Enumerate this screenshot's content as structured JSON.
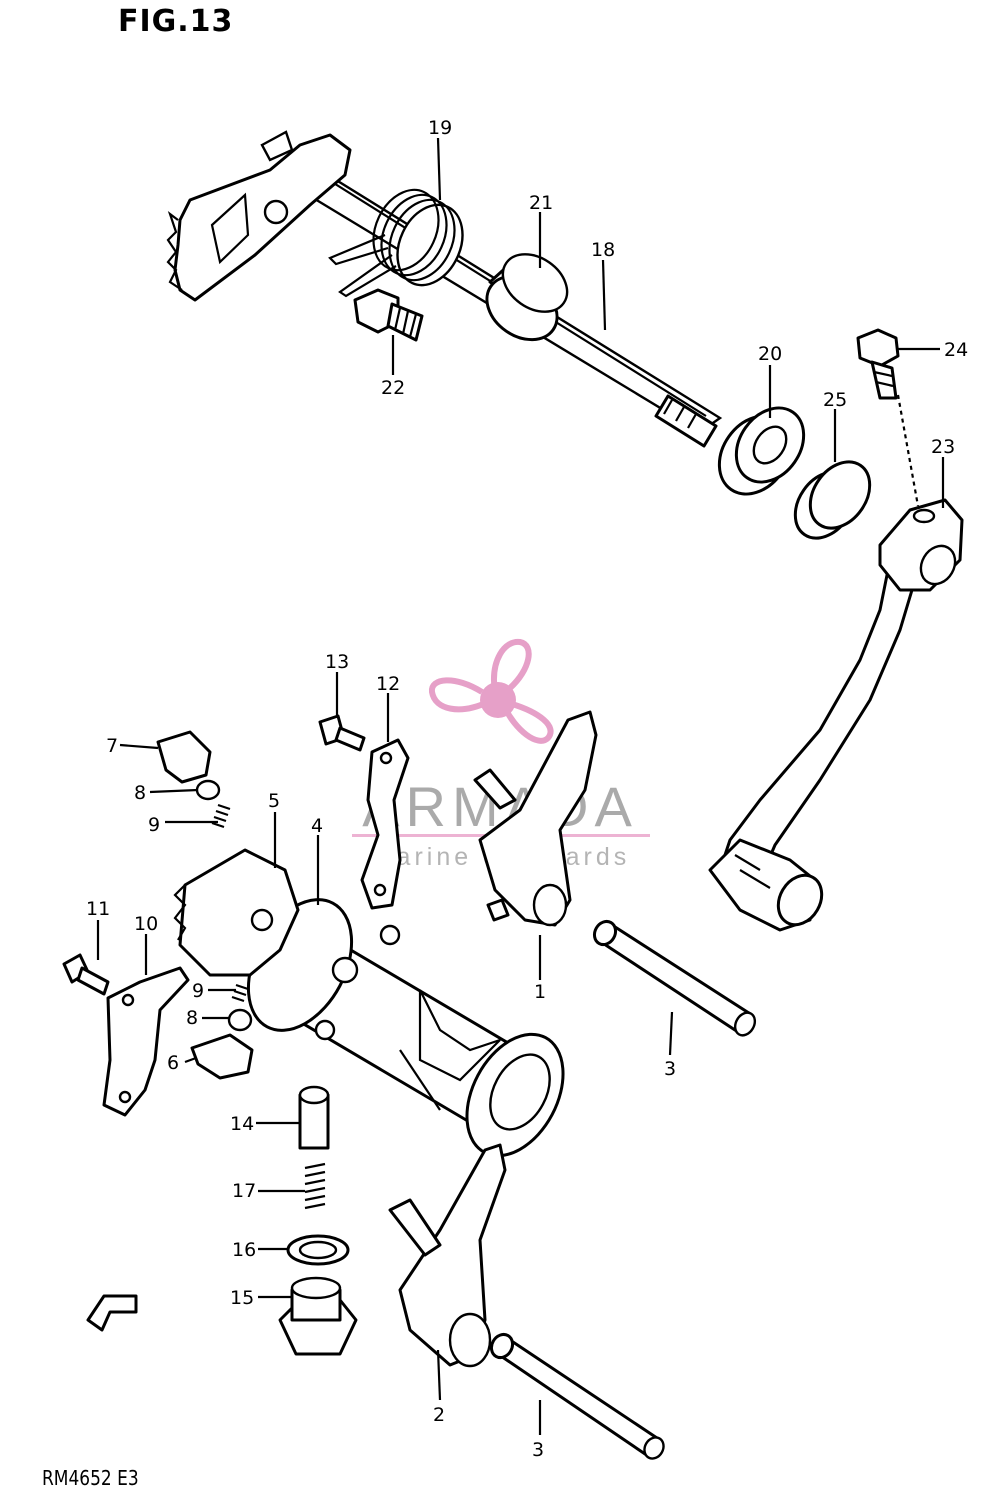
{
  "figure": {
    "title": "FIG.13",
    "code": "RM4652 E3"
  },
  "watermark": {
    "name": "ARMADA",
    "tagline": "marine outboards",
    "accent": "#e6a0c8"
  },
  "callouts": [
    {
      "label": "1"
    },
    {
      "label": "2"
    },
    {
      "label": "3"
    },
    {
      "label": "3"
    },
    {
      "label": "4"
    },
    {
      "label": "5"
    },
    {
      "label": "6"
    },
    {
      "label": "7"
    },
    {
      "label": "8"
    },
    {
      "label": "8"
    },
    {
      "label": "9"
    },
    {
      "label": "9"
    },
    {
      "label": "10"
    },
    {
      "label": "11"
    },
    {
      "label": "12"
    },
    {
      "label": "13"
    },
    {
      "label": "14"
    },
    {
      "label": "15"
    },
    {
      "label": "16"
    },
    {
      "label": "17"
    },
    {
      "label": "18"
    },
    {
      "label": "19"
    },
    {
      "label": "20"
    },
    {
      "label": "21"
    },
    {
      "label": "22"
    },
    {
      "label": "23"
    },
    {
      "label": "24"
    },
    {
      "label": "25"
    }
  ]
}
